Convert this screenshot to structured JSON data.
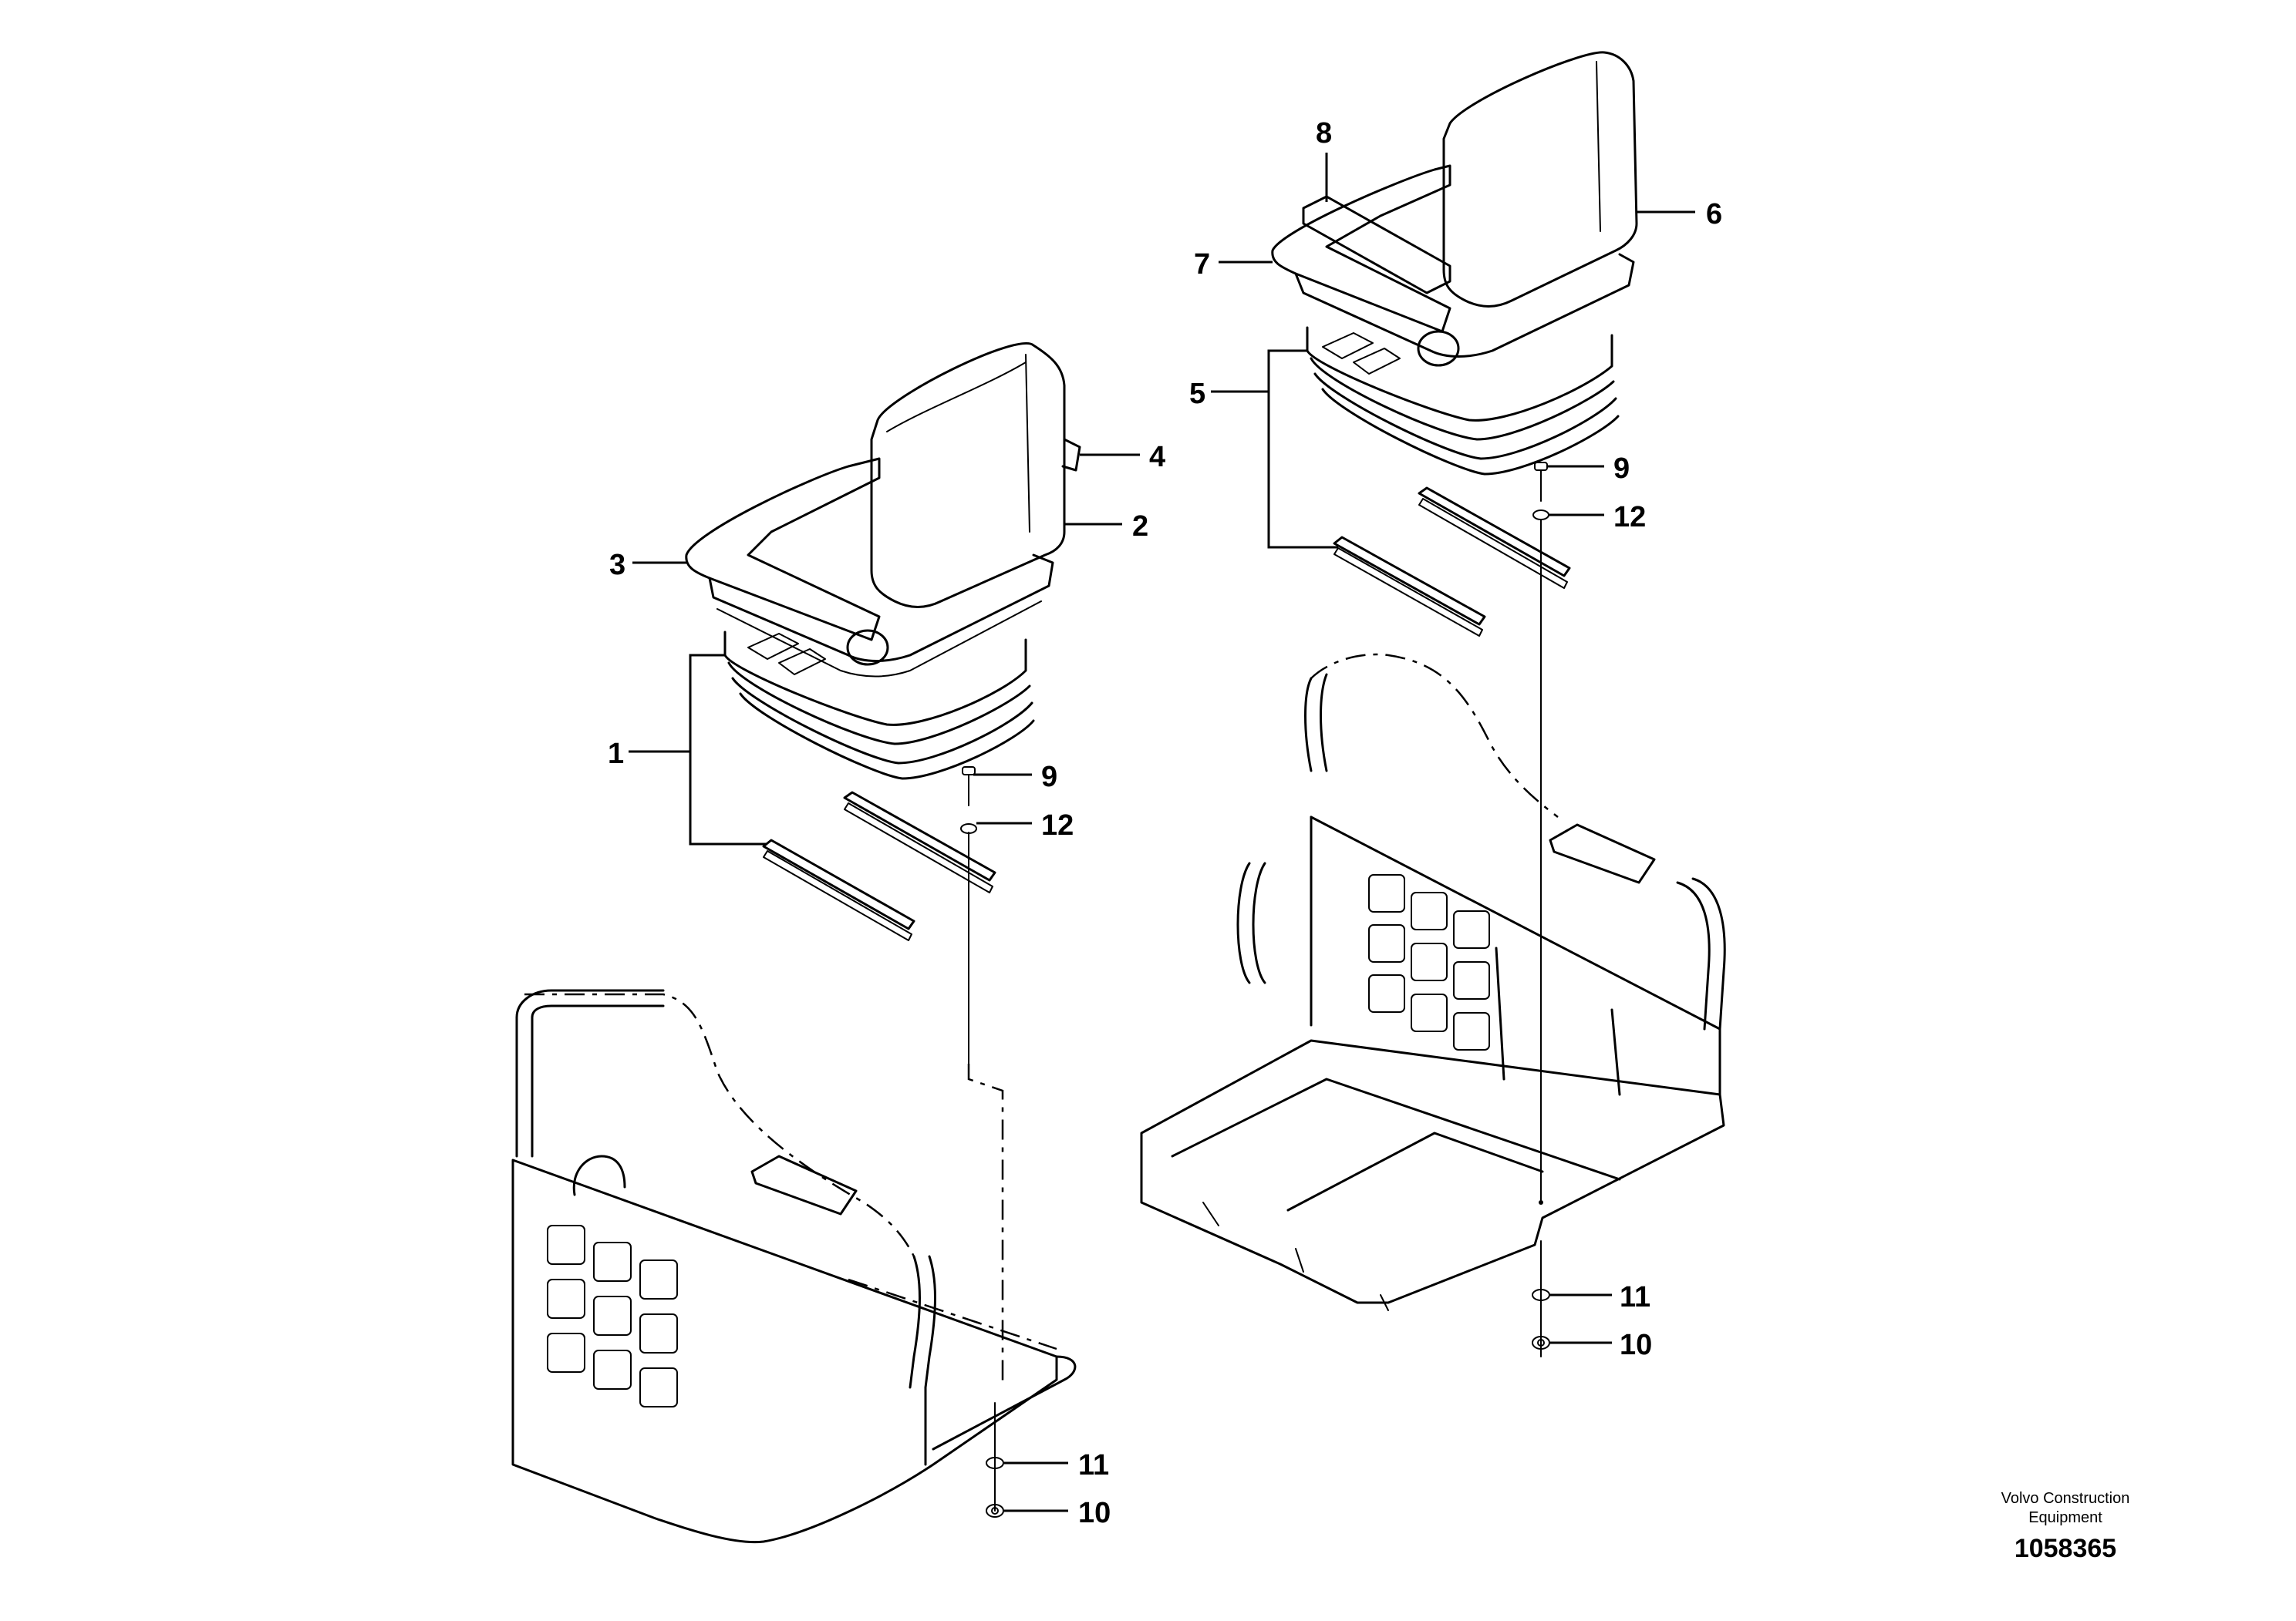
{
  "callouts": {
    "left": [
      {
        "label": "1"
      },
      {
        "label": "2"
      },
      {
        "label": "3"
      },
      {
        "label": "4"
      },
      {
        "label": "9"
      },
      {
        "label": "12"
      },
      {
        "label": "11"
      },
      {
        "label": "10"
      }
    ],
    "right": [
      {
        "label": "5"
      },
      {
        "label": "6"
      },
      {
        "label": "7"
      },
      {
        "label": "8"
      },
      {
        "label": "9"
      },
      {
        "label": "12"
      },
      {
        "label": "11"
      },
      {
        "label": "10"
      }
    ]
  },
  "footer": {
    "brand_line1": "Volvo Construction",
    "brand_line2": "Equipment",
    "drawing_number": "1058365"
  }
}
